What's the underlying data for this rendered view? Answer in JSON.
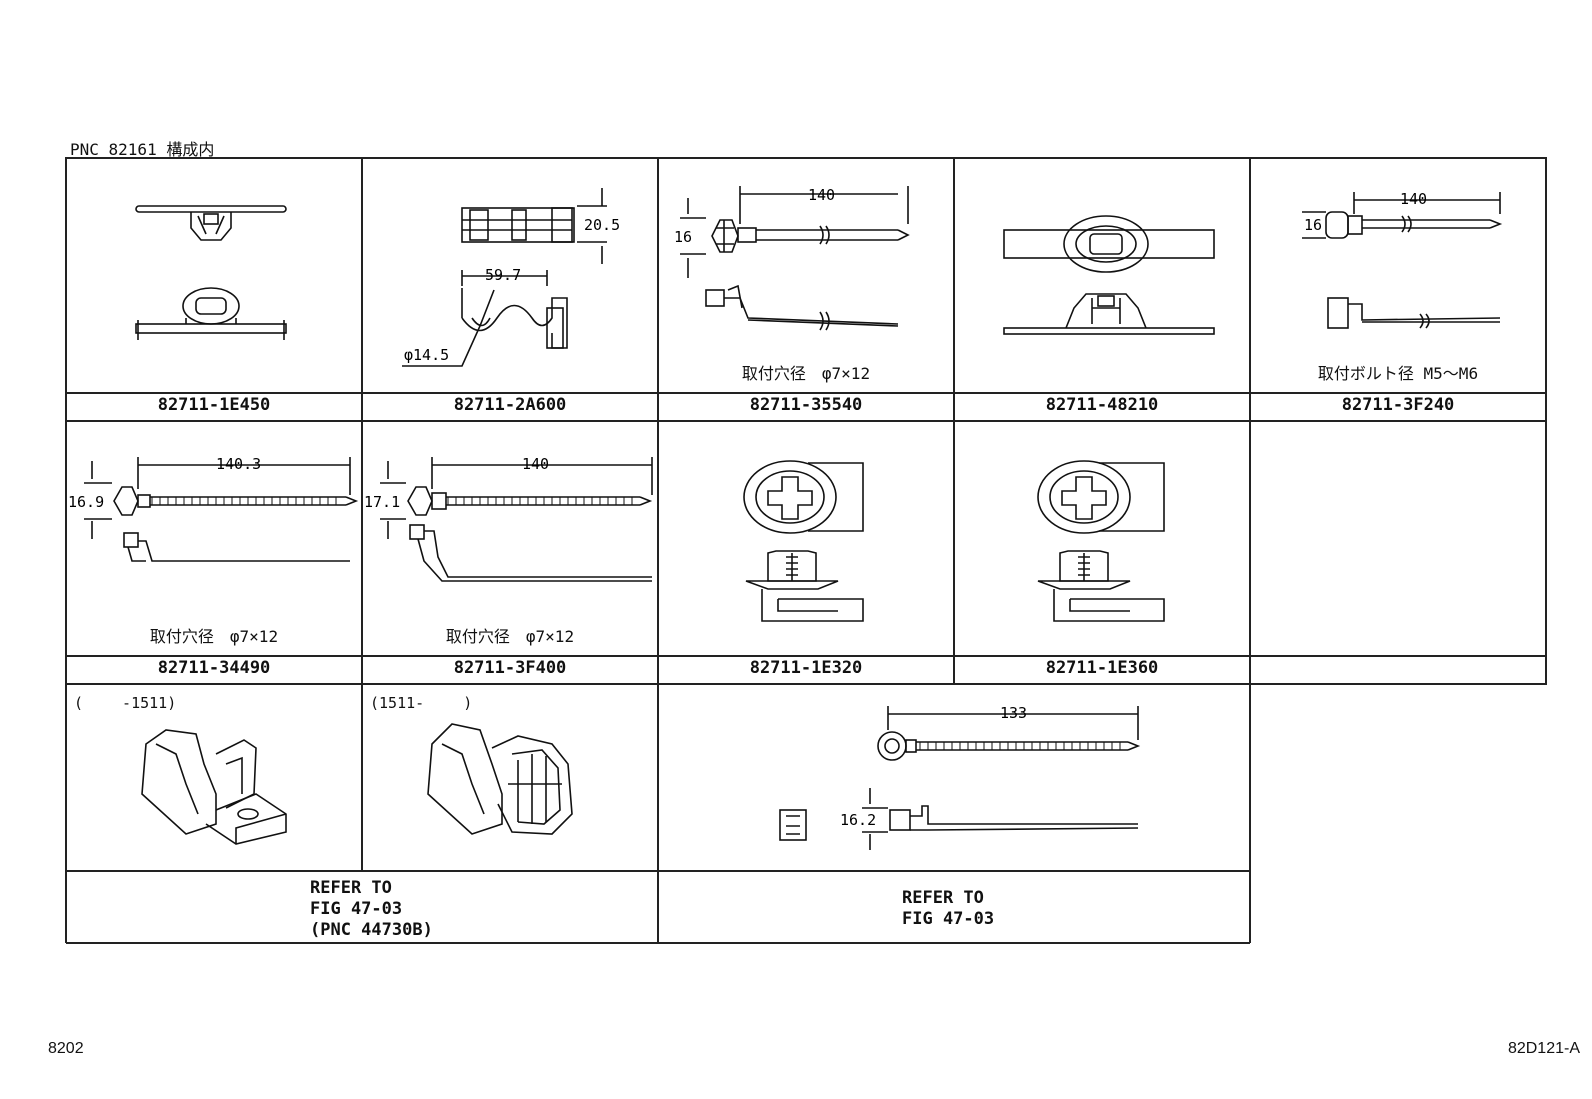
{
  "header": {
    "pnc_label": "PNC 82161 構成内"
  },
  "cells": [
    {
      "part_no": "82711-1E450",
      "note": ""
    },
    {
      "part_no": "82711-2A600",
      "note": "",
      "dims": [
        "20.5",
        "59.7",
        "φ14.5"
      ]
    },
    {
      "part_no": "82711-35540",
      "note": "取付穴径　φ7×12",
      "dims": [
        "140",
        "16"
      ]
    },
    {
      "part_no": "82711-48210",
      "note": ""
    },
    {
      "part_no": "82711-3F240",
      "note": "取付ボルト径 M5～M6",
      "dims": [
        "140",
        "16"
      ]
    },
    {
      "part_no": "82711-34490",
      "note": "取付穴径　φ7×12",
      "dims": [
        "140.3",
        "16.9"
      ]
    },
    {
      "part_no": "82711-3F400",
      "note": "取付穴径　φ7×12",
      "dims": [
        "140",
        "17.1"
      ]
    },
    {
      "part_no": "82711-1E320",
      "note": ""
    },
    {
      "part_no": "82711-1E360",
      "note": ""
    }
  ],
  "bottom": {
    "range_left": "(　　 -1511)",
    "range_right": "(1511-　　 )",
    "refer_left": "REFER TO\nFIG 47-03\n(PNC 44730B)",
    "refer_right": "REFER TO\nFIG 47-03",
    "dims": [
      "133",
      "16.2"
    ]
  },
  "footer": {
    "left_code": "8202",
    "right_code": "82D121-A"
  }
}
